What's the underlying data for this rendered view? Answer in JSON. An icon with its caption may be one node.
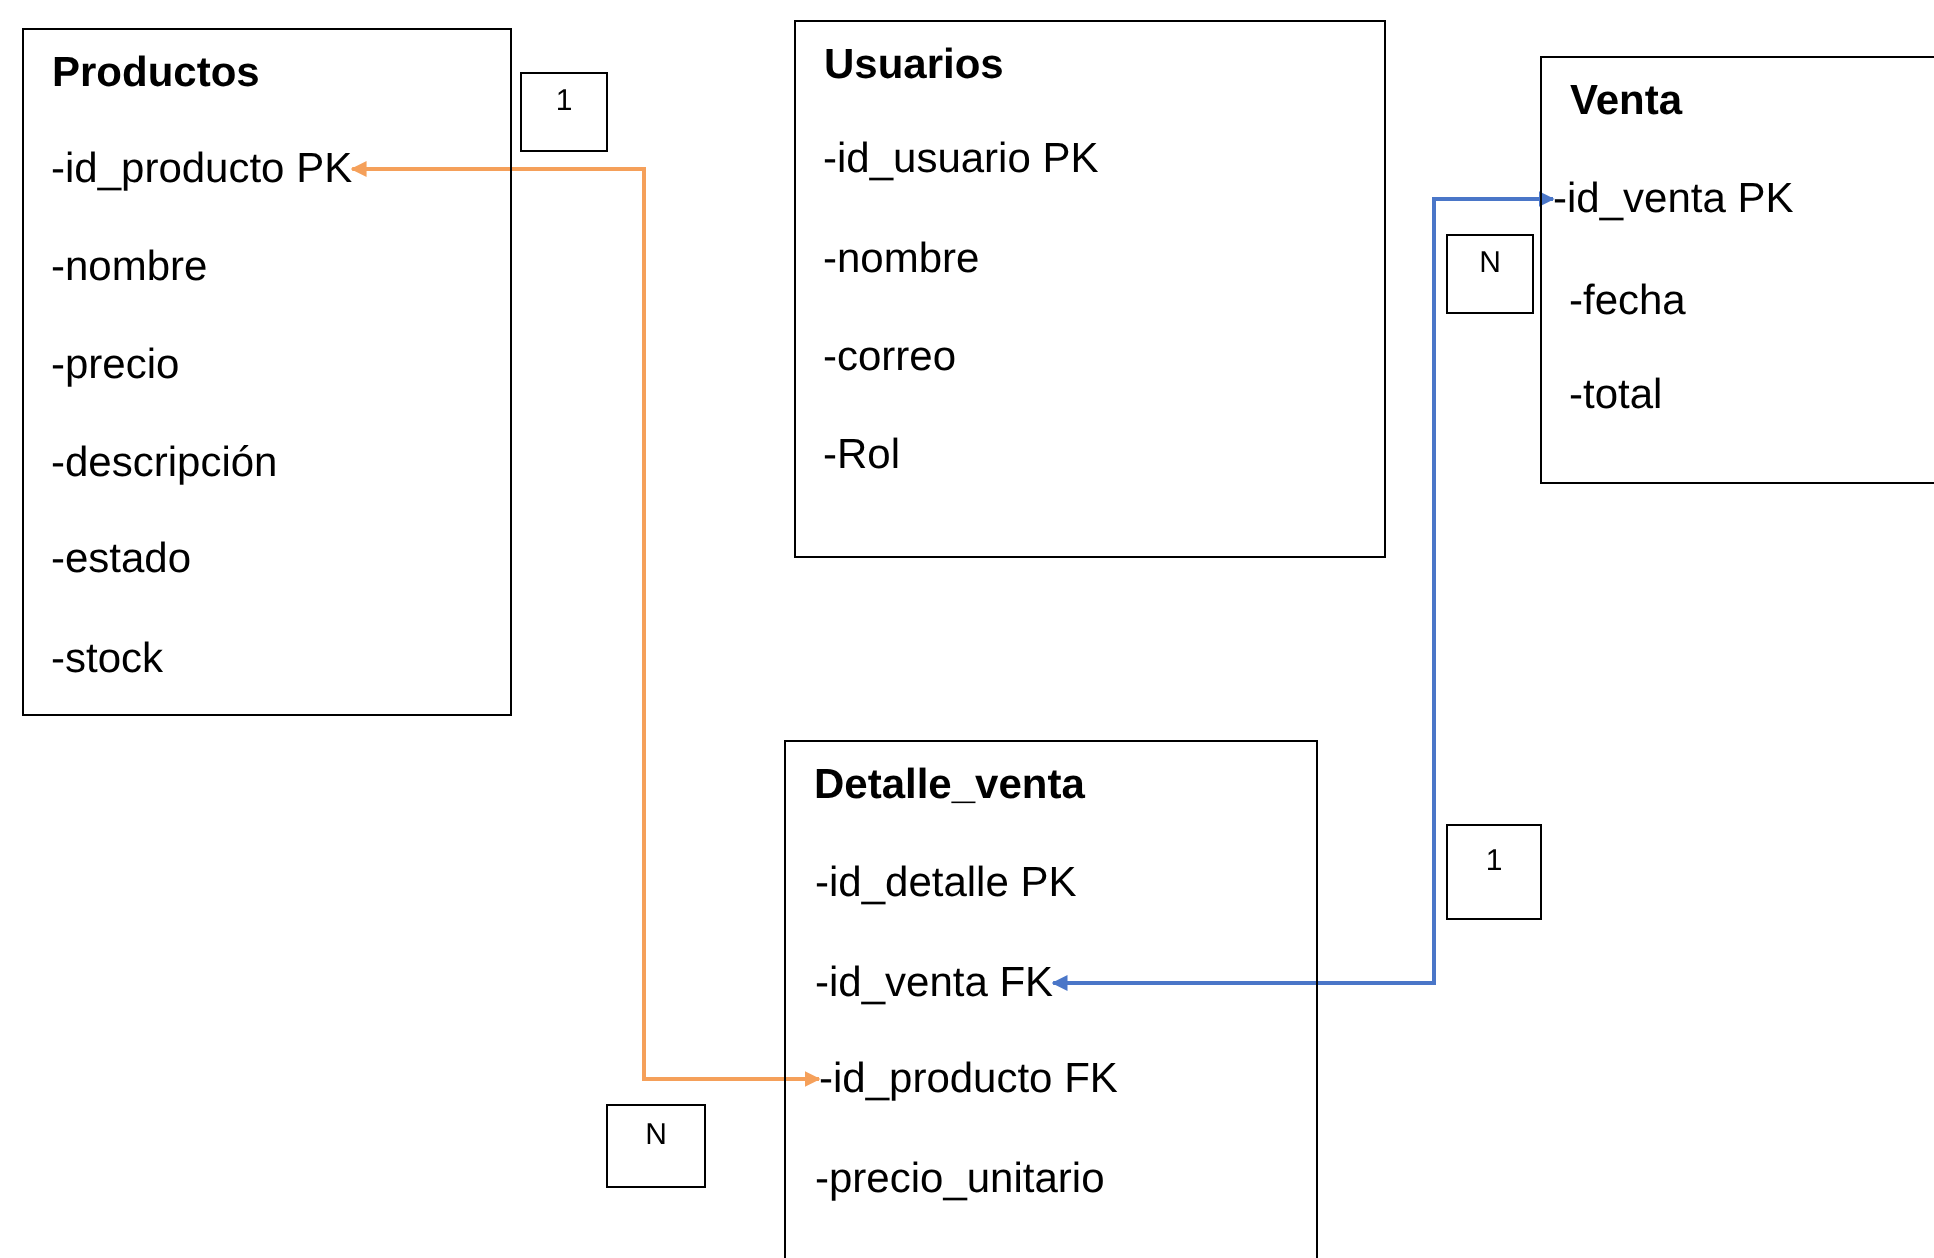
{
  "diagram": {
    "nodes": [
      {
        "text": [
          "Productos"
        ]
      },
      {
        "text": [
          "-id_producto PK"
        ],
        "in": 0
      },
      {
        "text": [
          "-nombre"
        ],
        "in": 0
      },
      {
        "text": [
          "-precio"
        ],
        "in": 0
      },
      {
        "text": [
          "-descripción"
        ],
        "in": 0
      },
      {
        "text": [
          "-estado"
        ],
        "in": 0
      },
      {
        "text": [
          "-stock"
        ],
        "in": 0
      },
      {
        "text": [
          "1"
        ]
      },
      {
        "text": [
          "Usuarios"
        ]
      },
      {
        "text": [
          "-id_usuario PK"
        ],
        "in": 8
      },
      {
        "text": [
          "-nombre"
        ],
        "in": 8
      },
      {
        "text": [
          "-correo"
        ],
        "in": 8
      },
      {
        "text": [
          "-Rol"
        ],
        "in": 8
      },
      {
        "text": [
          "Venta"
        ]
      },
      {
        "text": [
          "-id_venta PK"
        ],
        "in": 13
      },
      {
        "text": [
          "-fecha"
        ],
        "in": 13
      },
      {
        "text": [
          "-total"
        ],
        "in": 13
      },
      {
        "text": [
          "N"
        ]
      },
      {
        "text": [
          "Detalle_venta"
        ]
      },
      {
        "text": [
          "-id_detalle PK"
        ],
        "in": 18
      },
      {
        "text": [
          "-id_venta FK"
        ],
        "in": 18
      },
      {
        "text": [
          "-id_producto FK"
        ],
        "in": 18
      },
      {
        "text": [
          "-precio_unitario"
        ],
        "in": 18
      },
      {
        "text": [
          "1"
        ]
      },
      {
        "text": [
          "N"
        ]
      }
    ],
    "edges": [
      {
        "from": 1,
        "to": 21,
        "arrow": "both",
        "color": "#f5a05a"
      },
      {
        "from": 14,
        "to": 20,
        "arrow": "both",
        "color": "#4a76c8"
      }
    ]
  }
}
